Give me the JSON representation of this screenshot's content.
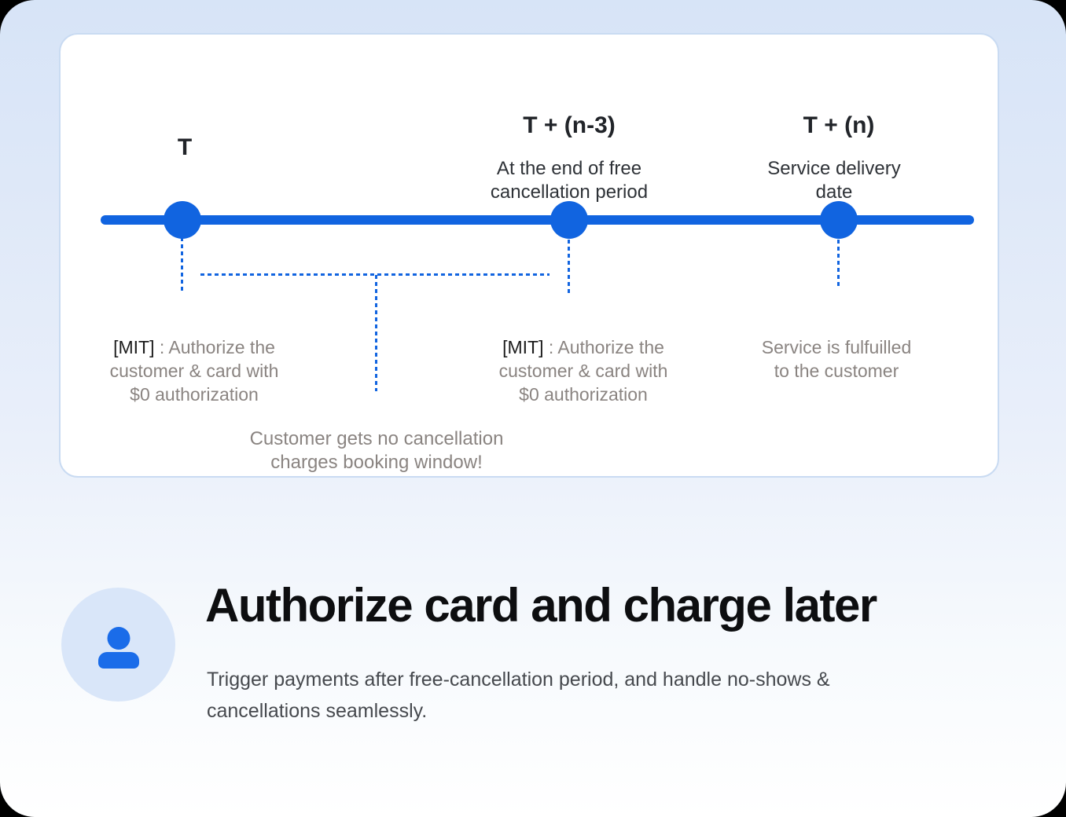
{
  "colors": {
    "accent_blue": "#1164e0",
    "icon_blue": "#1a6ce9",
    "avatar_bg": "#d9e6f9",
    "card_border": "#c9dbf2",
    "dark_text": "#212429",
    "subhead_text": "#2e3237",
    "gray_text": "#8a8481",
    "title_text": "#0d0e10",
    "subtitle_text": "#46494e"
  },
  "timeline": {
    "milestones": [
      {
        "heading": "T",
        "label_prefix": "[MIT]",
        "label_after_prefix": " : Authorize the",
        "label_line2": "customer & card with",
        "label_line3": "$0 authorization"
      },
      {
        "heading": "T + (n-3)",
        "sub_line1": "At the end of free",
        "sub_line2": "cancellation period",
        "label_prefix": "[MIT]",
        "label_after_prefix": " : Authorize the",
        "label_line2": "customer & card with",
        "label_line3": "$0 authorization"
      },
      {
        "heading": "T + (n)",
        "sub_line1": "Service delivery",
        "sub_line2": "date",
        "label_line1": "Service is fulfuilled",
        "label_line2": "to the customer"
      }
    ],
    "note_line1": "Customer gets no cancellation",
    "note_line2": "charges booking window!"
  },
  "footer": {
    "title": "Authorize card and charge later",
    "subtitle_line1": "Trigger payments after free-cancellation period, and handle no-shows &",
    "subtitle_line2": "cancellations seamlessly."
  }
}
